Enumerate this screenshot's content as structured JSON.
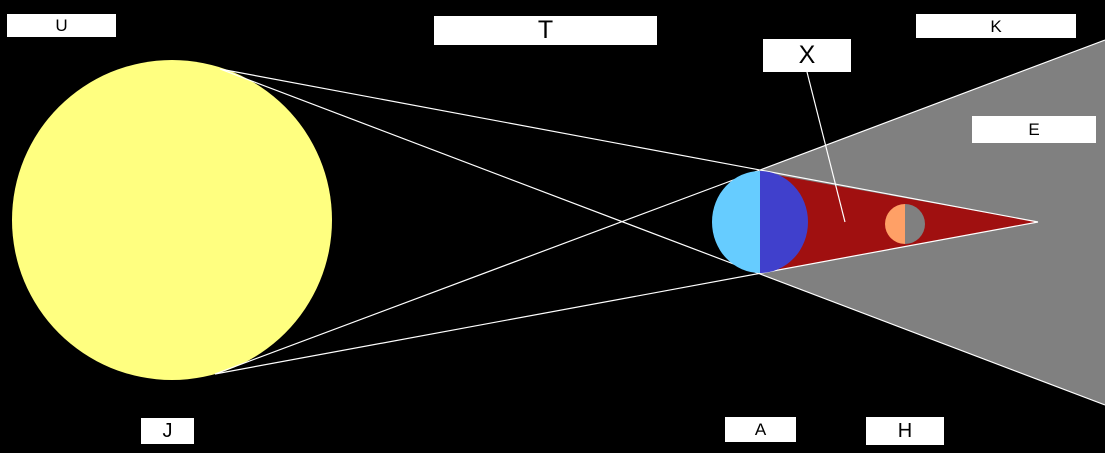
{
  "labels": {
    "U": "U",
    "T": "T",
    "K": "K",
    "X": "X",
    "E": "E",
    "J": "J",
    "A": "A",
    "H": "H"
  },
  "colors": {
    "background": "#000000",
    "sun": "#ffff80",
    "earth_day_side": "#66ccff",
    "earth_night_side": "#4040cc",
    "umbra": "#a01010",
    "penumbra": "#808080",
    "moon_lit_side": "#ffa066",
    "moon_dark_side": "#808080",
    "lines": "#ffffff",
    "label_box": "#ffffff",
    "label_text": "#000000"
  }
}
